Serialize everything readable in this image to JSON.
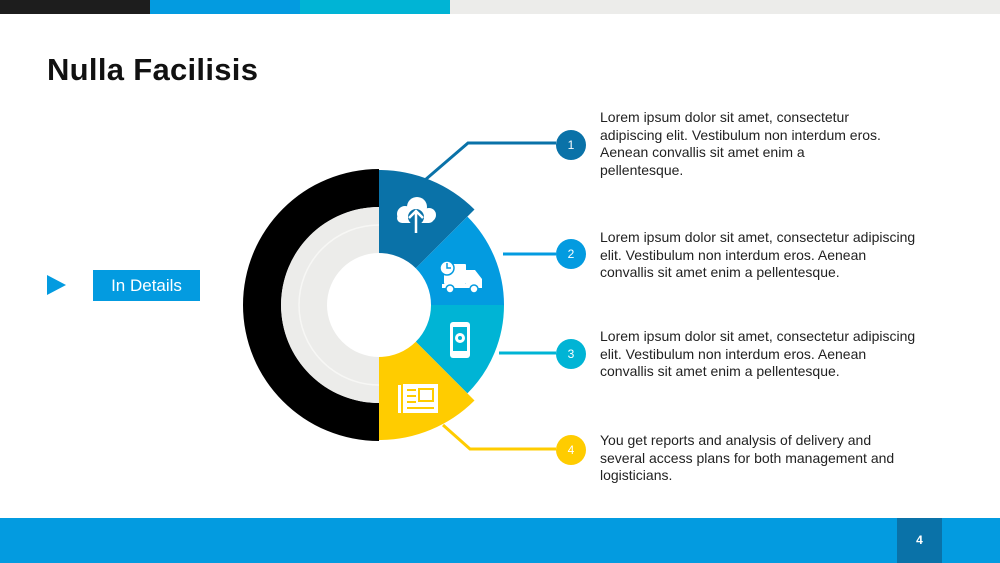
{
  "title": "Nulla Facilisis",
  "button_label": "In Details",
  "colors": {
    "dark": "#1d1d1d",
    "blue": "#039be0",
    "dark_blue": "#0a72a8",
    "cyan": "#00b4d5",
    "yellow": "#ffcc00",
    "gray": "#ececea"
  },
  "items": [
    {
      "num": "1",
      "icon": "cloud-upload-icon",
      "text": "Lorem ipsum dolor sit amet, consectetur adipiscing elit. Vestibulum non interdum eros. Aenean convallis sit amet enim a pellentesque."
    },
    {
      "num": "2",
      "icon": "delivery-truck-icon",
      "text": "Lorem ipsum dolor sit amet, consectetur adipiscing elit. Vestibulum non interdum eros. Aenean convallis sit amet enim a pellentesque."
    },
    {
      "num": "3",
      "icon": "mobile-location-icon",
      "text": "Lorem ipsum dolor sit amet, consectetur adipiscing elit. Vestibulum non interdum eros. Aenean convallis sit amet enim a pellentesque."
    },
    {
      "num": "4",
      "icon": "newspaper-icon",
      "text": "You get reports and analysis of delivery and several access plans for both management and logisticians."
    }
  ],
  "page_number": "4"
}
